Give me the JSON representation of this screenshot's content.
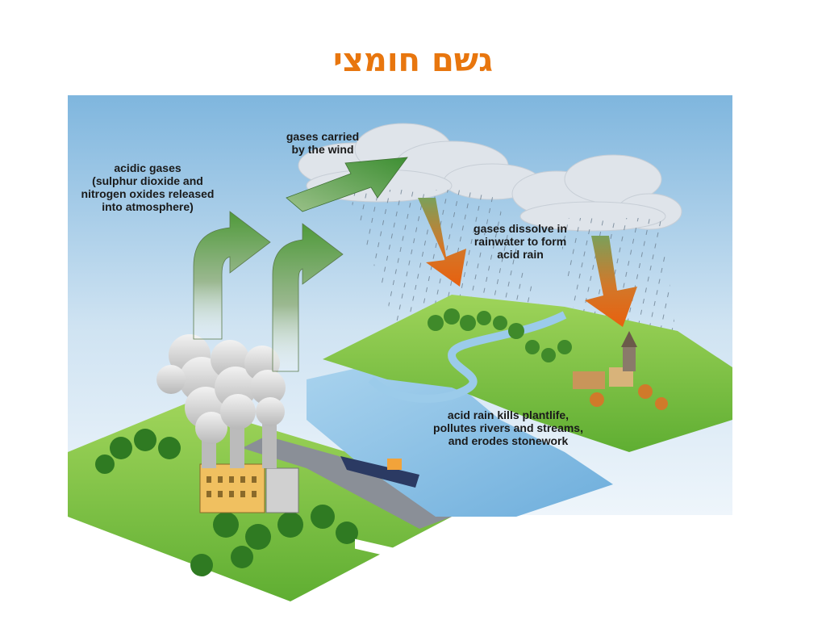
{
  "title": "גשם חומצי",
  "labels": {
    "acidic_gases": [
      "acidic gases",
      "(sulphur dioxide and",
      "nitrogen oxides released",
      "into atmosphere)"
    ],
    "gases_wind": [
      "gases carried",
      "by the wind"
    ],
    "gases_dissolve": [
      "gases dissolve in",
      "rainwater to form",
      "acid rain"
    ],
    "acid_rain_effects": [
      "acid rain kills plantlife,",
      "pollutes rivers and streams,",
      "and erodes stonework"
    ]
  },
  "colors": {
    "title": "#e8760e",
    "sky_top": "#7fb6de",
    "sky_bottom": "#eef5fb",
    "grass": "#7cc242",
    "river": "#8cc4e8",
    "arrow_green": "#4f9a3a",
    "arrow_orange": "#e8600e"
  }
}
